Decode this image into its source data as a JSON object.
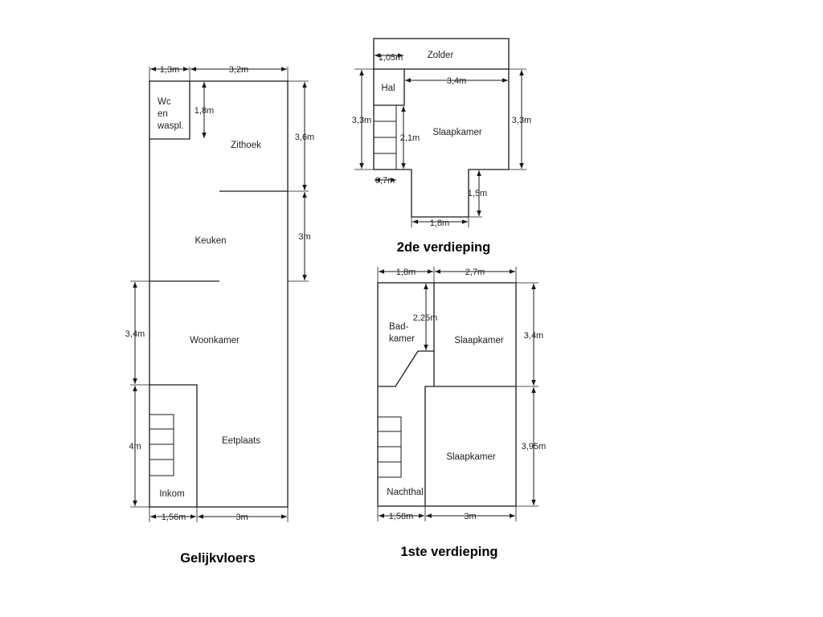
{
  "floors": {
    "ground": {
      "title": "Gelijkvloers",
      "rooms": {
        "wc_line1": "Wc",
        "wc_line2": "en",
        "wc_line3": "waspl.",
        "zithoek": "Zithoek",
        "keuken": "Keuken",
        "woonkamer": "Woonkamer",
        "eetplaats": "Eetplaats",
        "inkom": "Inkom"
      },
      "dimensions": {
        "top_left_width": "1,3m",
        "top_right_width": "3,2m",
        "wc_height": "1,8m",
        "zithoek_height": "3,6m",
        "keuken_height": "3m",
        "woonkamer_height": "3,4m",
        "eetplaats_height": "4m",
        "bottom_left_width": "1,56m",
        "bottom_right_width": "3m"
      }
    },
    "second": {
      "title": "2de verdieping",
      "rooms": {
        "zolder": "Zolder",
        "hal": "Hal",
        "slaapkamer": "Slaapkamer"
      },
      "dimensions": {
        "hal_width": "1,05m",
        "room_width": "3,4m",
        "left_height": "3,3m",
        "right_height": "3,3m",
        "inner_height": "2,1m",
        "stair_width": "0,7m",
        "notch_height": "1,5m",
        "notch_width": "1,8m"
      }
    },
    "first": {
      "title": "1ste verdieping",
      "rooms": {
        "badkamer_line1": "Bad-",
        "badkamer_line2": "kamer",
        "slaapkamer_top": "Slaapkamer",
        "slaapkamer_bottom": "Slaapkamer",
        "nachthal": "Nachthal"
      },
      "dimensions": {
        "top_left_width": "1,8m",
        "top_right_width": "2,7m",
        "bad_height": "2,25m",
        "top_room_height": "3,4m",
        "bottom_room_height": "3,95m",
        "bottom_left_width": "1,58m",
        "bottom_right_width": "3m"
      }
    }
  }
}
